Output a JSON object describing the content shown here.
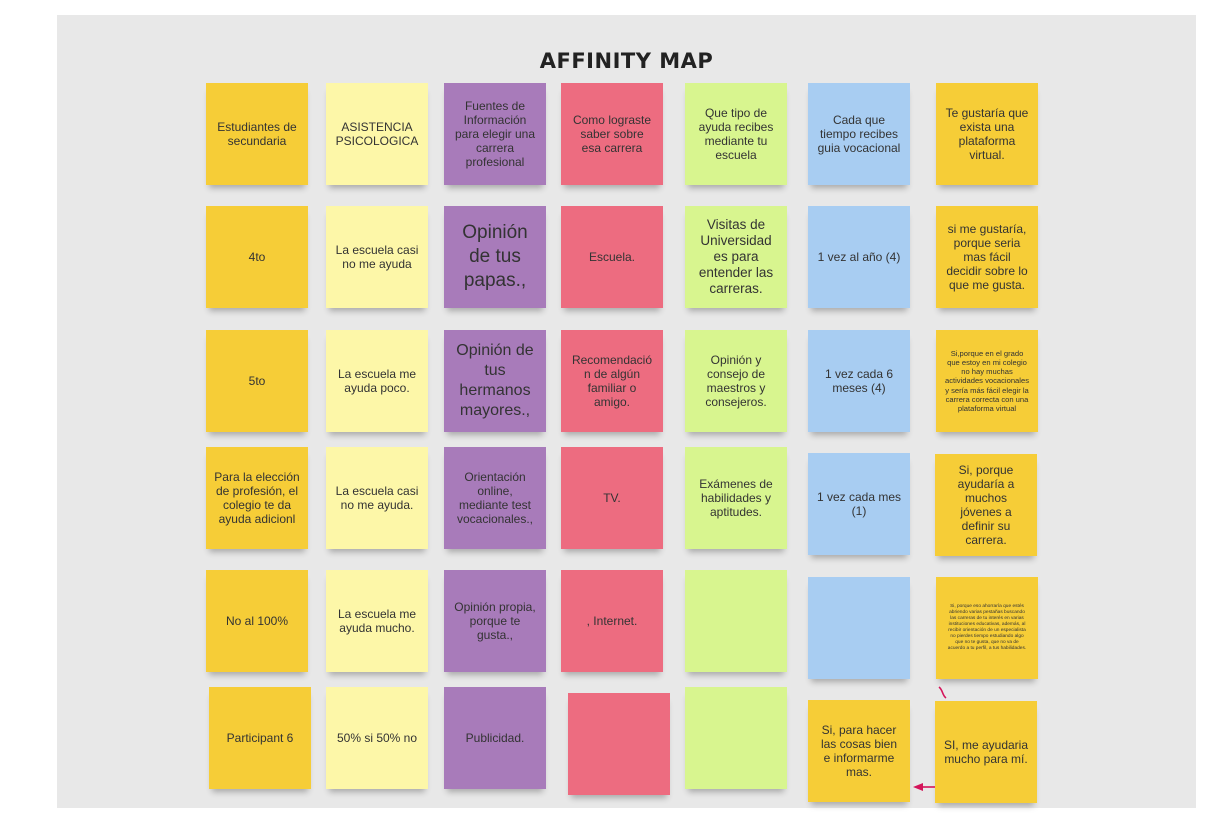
{
  "board": {
    "title": "AFFINITY MAP",
    "colors": {
      "yellow": "#f6cd37",
      "cream": "#fdf7a8",
      "purple": "#a87bba",
      "red": "#ed6c80",
      "green": "#d8f58f",
      "blue": "#a8cdf2",
      "connector": "#d4145a"
    },
    "columns": [
      {
        "color": "yellow",
        "notes": [
          "Estudiantes de secundaria",
          "4to",
          "5to",
          "Para la elección de profesión, el colegio te da ayuda adicionl",
          "No al 100%",
          "Participant 6"
        ]
      },
      {
        "color": "cream",
        "notes": [
          "ASISTENCIA PSICOLOGICA",
          "La escuela casi no me ayuda",
          "La escuela me ayuda poco.",
          "La escuela casi no me ayuda.",
          "La escuela me ayuda mucho.",
          "50% si 50% no"
        ]
      },
      {
        "color": "purple",
        "notes": [
          "Fuentes de Información para elegir una carrera profesional",
          "Opinión de tus papas.,",
          "Opinión de tus hermanos mayores.,",
          "Orientación online, mediante test vocacionales.,",
          "Opinión propia, porque te gusta.,",
          "Publicidad."
        ]
      },
      {
        "color": "red",
        "notes": [
          "Como lograste saber sobre esa carrera",
          "Escuela.",
          "Recomendación de algún familiar o amigo.",
          "TV.",
          ", Internet.",
          ""
        ]
      },
      {
        "color": "green",
        "notes": [
          "Que tipo de ayuda recibes mediante tu escuela",
          "Visitas de Universidad es para entender las carreras.",
          "Opinión y consejo de maestros y consejeros.",
          "Exámenes de habilidades y aptitudes.",
          "",
          ""
        ]
      },
      {
        "color": "blue",
        "notes": [
          "Cada que tiempo recibes guia vocacional",
          "1 vez al año (4)",
          "1 vez cada 6 meses (4)",
          "1 vez cada mes (1)",
          "",
          "Si, para hacer las cosas bien e informarme mas."
        ]
      },
      {
        "color": "yellow",
        "notes": [
          "Te gustaría que exista una plataforma virtual.",
          "si me gustaría, porque seria mas fácil decidir sobre lo que me gusta.",
          "Si,porque en el grado que estoy en mi colegio no hay muchas actividades vocacionales y sería más fácil elegir la carrera correcta con una plataforma virtual",
          "Si, porque ayudaría a muchos jóvenes a definir su carrera.",
          "Si, porque eso ahorraría que estés abriendo varias pestañas buscando las carreras de tu interés en varias instituciones educativas, además, al recibir orientación de un especialista no pierdes tiempo estudiando algo que no te gusta, que no va de acuerdo a tu perfil, a tus habilidades.",
          "SI, me ayudaria mucho para mí."
        ]
      }
    ]
  }
}
